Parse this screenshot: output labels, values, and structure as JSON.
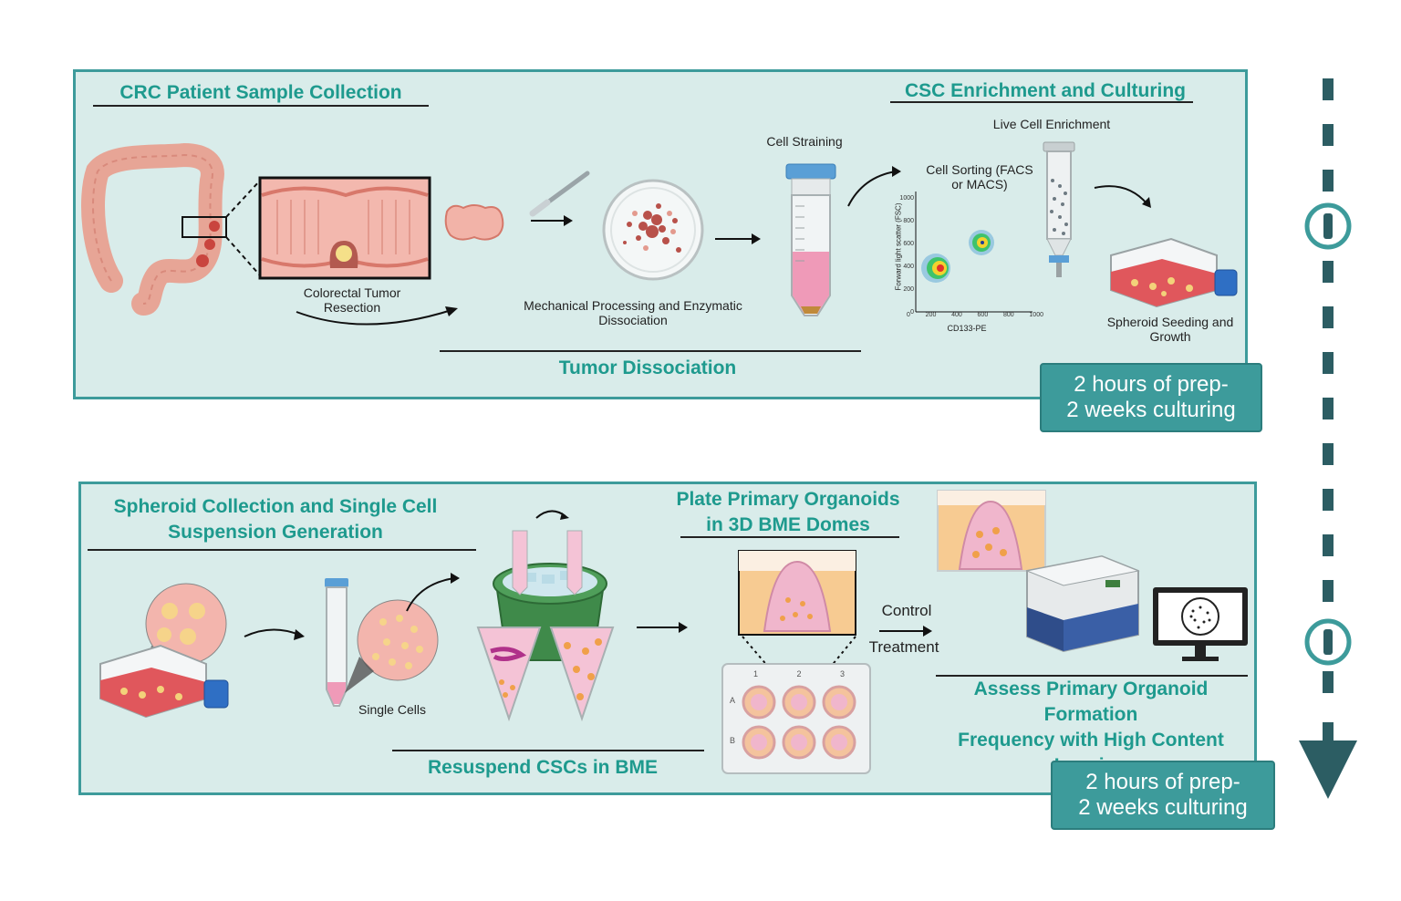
{
  "panel1": {
    "title_left": "CRC Patient Sample Collection",
    "title_right": "CSC Enrichment and Culturing",
    "title_bottom": "Tumor Dissociation",
    "labels": {
      "resection": "Colorectal Tumor Resection",
      "mechanical": "Mechanical Processing and Enzymatic Dissociation",
      "straining": "Cell Straining",
      "live_enrich": "Live Cell Enrichment",
      "sorting": "Cell Sorting (FACS or MACS)",
      "seeding": "Spheroid Seeding and Growth"
    },
    "flow_plot": {
      "ylabel": "Forward light scatter (FSC)",
      "xlabel": "CD133-PE",
      "yticks": [
        "1000",
        "800",
        "600",
        "400",
        "200",
        "0"
      ],
      "xticks": [
        "0",
        "200",
        "400",
        "600",
        "800",
        "1000"
      ]
    },
    "badge_line1": "2 hours of prep-",
    "badge_line2": "2 weeks culturing"
  },
  "panel2": {
    "title_left_line1": "Spheroid Collection and Single Cell",
    "title_left_line2": "Suspension Generation",
    "title_mid_line1": "Plate Primary Organoids",
    "title_mid_line2": "in 3D BME Domes",
    "title_bottom": "Resuspend CSCs in BME",
    "title_right_line1": "Assess Primary Organoid Formation",
    "title_right_line2": "Frequency with High Content",
    "title_right_line3": "Imaging",
    "single_cells": "Single Cells",
    "control": "Control",
    "treatment": "Treatment",
    "plate_cols": [
      "1",
      "2",
      "3"
    ],
    "plate_rows": [
      "A",
      "B"
    ],
    "badge_line1": "2 hours of prep-",
    "badge_line2": "2 weeks culturing"
  },
  "colors": {
    "teal": "#3d9b9b",
    "panel_bg": "#d9ecea",
    "title": "#1e9a8e",
    "timeline": "#2c5d63"
  }
}
